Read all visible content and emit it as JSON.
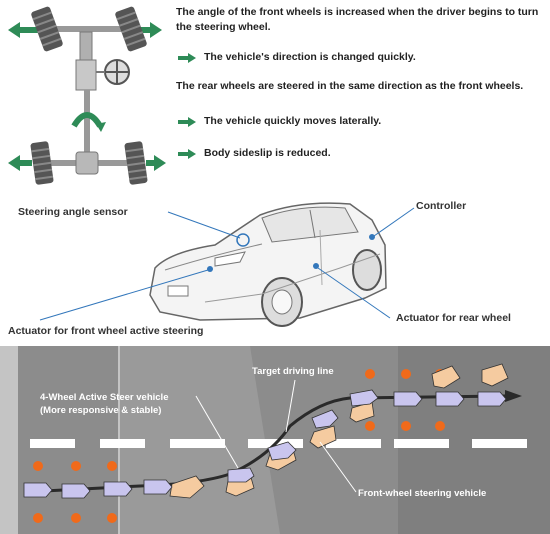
{
  "top_text": {
    "para1": "The angle of the front wheels is increased when the driver begins to turn the steering wheel.",
    "bullet1": "The vehicle's direction is changed quickly.",
    "para2": "The rear wheels are steered in the same direction as the front wheels.",
    "bullet2": "The vehicle quickly moves laterally.",
    "bullet3": "Body sideslip is reduced."
  },
  "car_labels": {
    "steering_sensor": "Steering angle sensor",
    "controller": "Controller",
    "actuator_front": "Actuator for front wheel active steering",
    "actuator_rear": "Actuator for rear wheel"
  },
  "track_labels": {
    "target_line": "Target driving line",
    "four_wheel_line1": "4-Wheel Active Steer vehicle",
    "four_wheel_line2": "(More responsive & stable)",
    "front_wheel": "Front-wheel steering vehicle"
  },
  "colors": {
    "arrow_green": "#2e8b57",
    "track_dark": "#8c8c8c",
    "track_light": "#c4c4c4",
    "vehicle_4ws": "#c9c5ee",
    "vehicle_fws": "#f5cba0",
    "cone_orange": "#f06a1a",
    "path_line": "#2a2a2a"
  },
  "icons": {
    "bullet": "green-right-arrow",
    "wheel_arrow": "green-curved-arrow"
  }
}
